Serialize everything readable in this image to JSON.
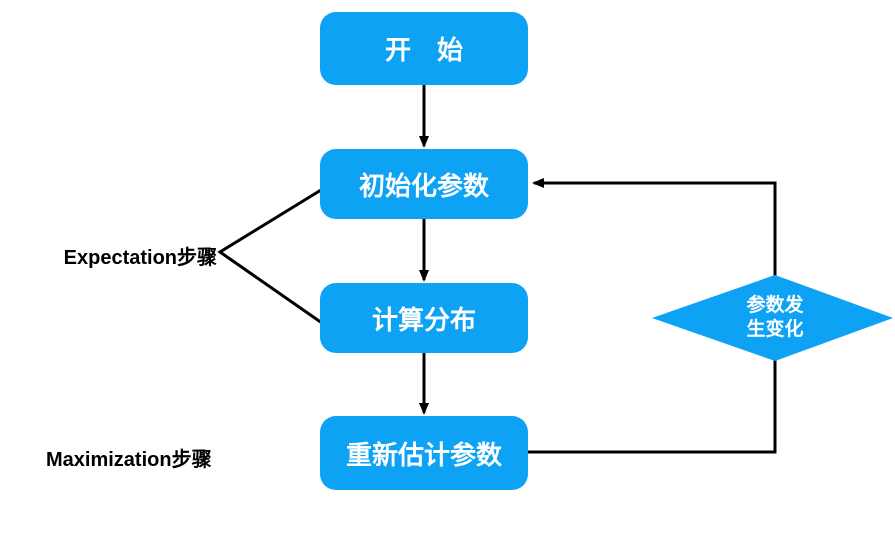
{
  "nodes": {
    "start": {
      "label": "开　始"
    },
    "init": {
      "label": "初始化参数"
    },
    "compute": {
      "label": "计算分布"
    },
    "reestimate": {
      "label": "重新估计参数"
    },
    "decision": {
      "line1": "参数发",
      "line2": "生变化"
    }
  },
  "annotations": {
    "expectation": "Expectation步骤",
    "maximization": "Maximization步骤"
  },
  "colors": {
    "node_fill": "#0ea2f4",
    "node_text": "#ffffff",
    "connector": "#000000",
    "label_text": "#000000",
    "background": "#ffffff"
  }
}
